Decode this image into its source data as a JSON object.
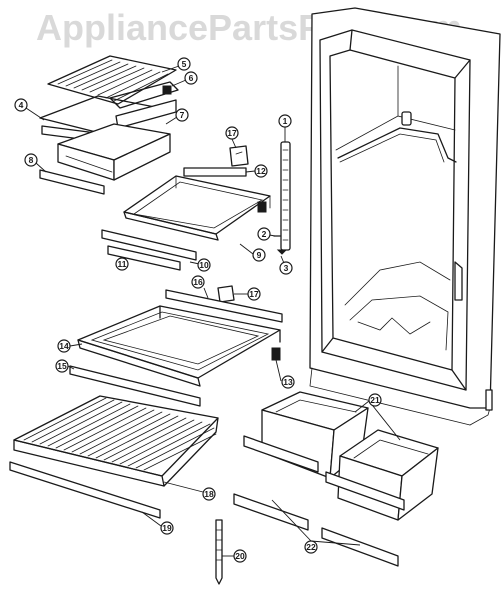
{
  "watermark": "AppliancePartsPros.com",
  "callouts": [
    "1",
    "2",
    "3",
    "4",
    "5",
    "6",
    "7",
    "8",
    "9",
    "10",
    "11",
    "12",
    "13",
    "14",
    "15",
    "16",
    "17",
    "17",
    "18",
    "19",
    "20",
    "21",
    "22"
  ],
  "colors": {
    "line": "#1a1a1a",
    "watermark": "#d9d9d9",
    "background": "#ffffff"
  }
}
